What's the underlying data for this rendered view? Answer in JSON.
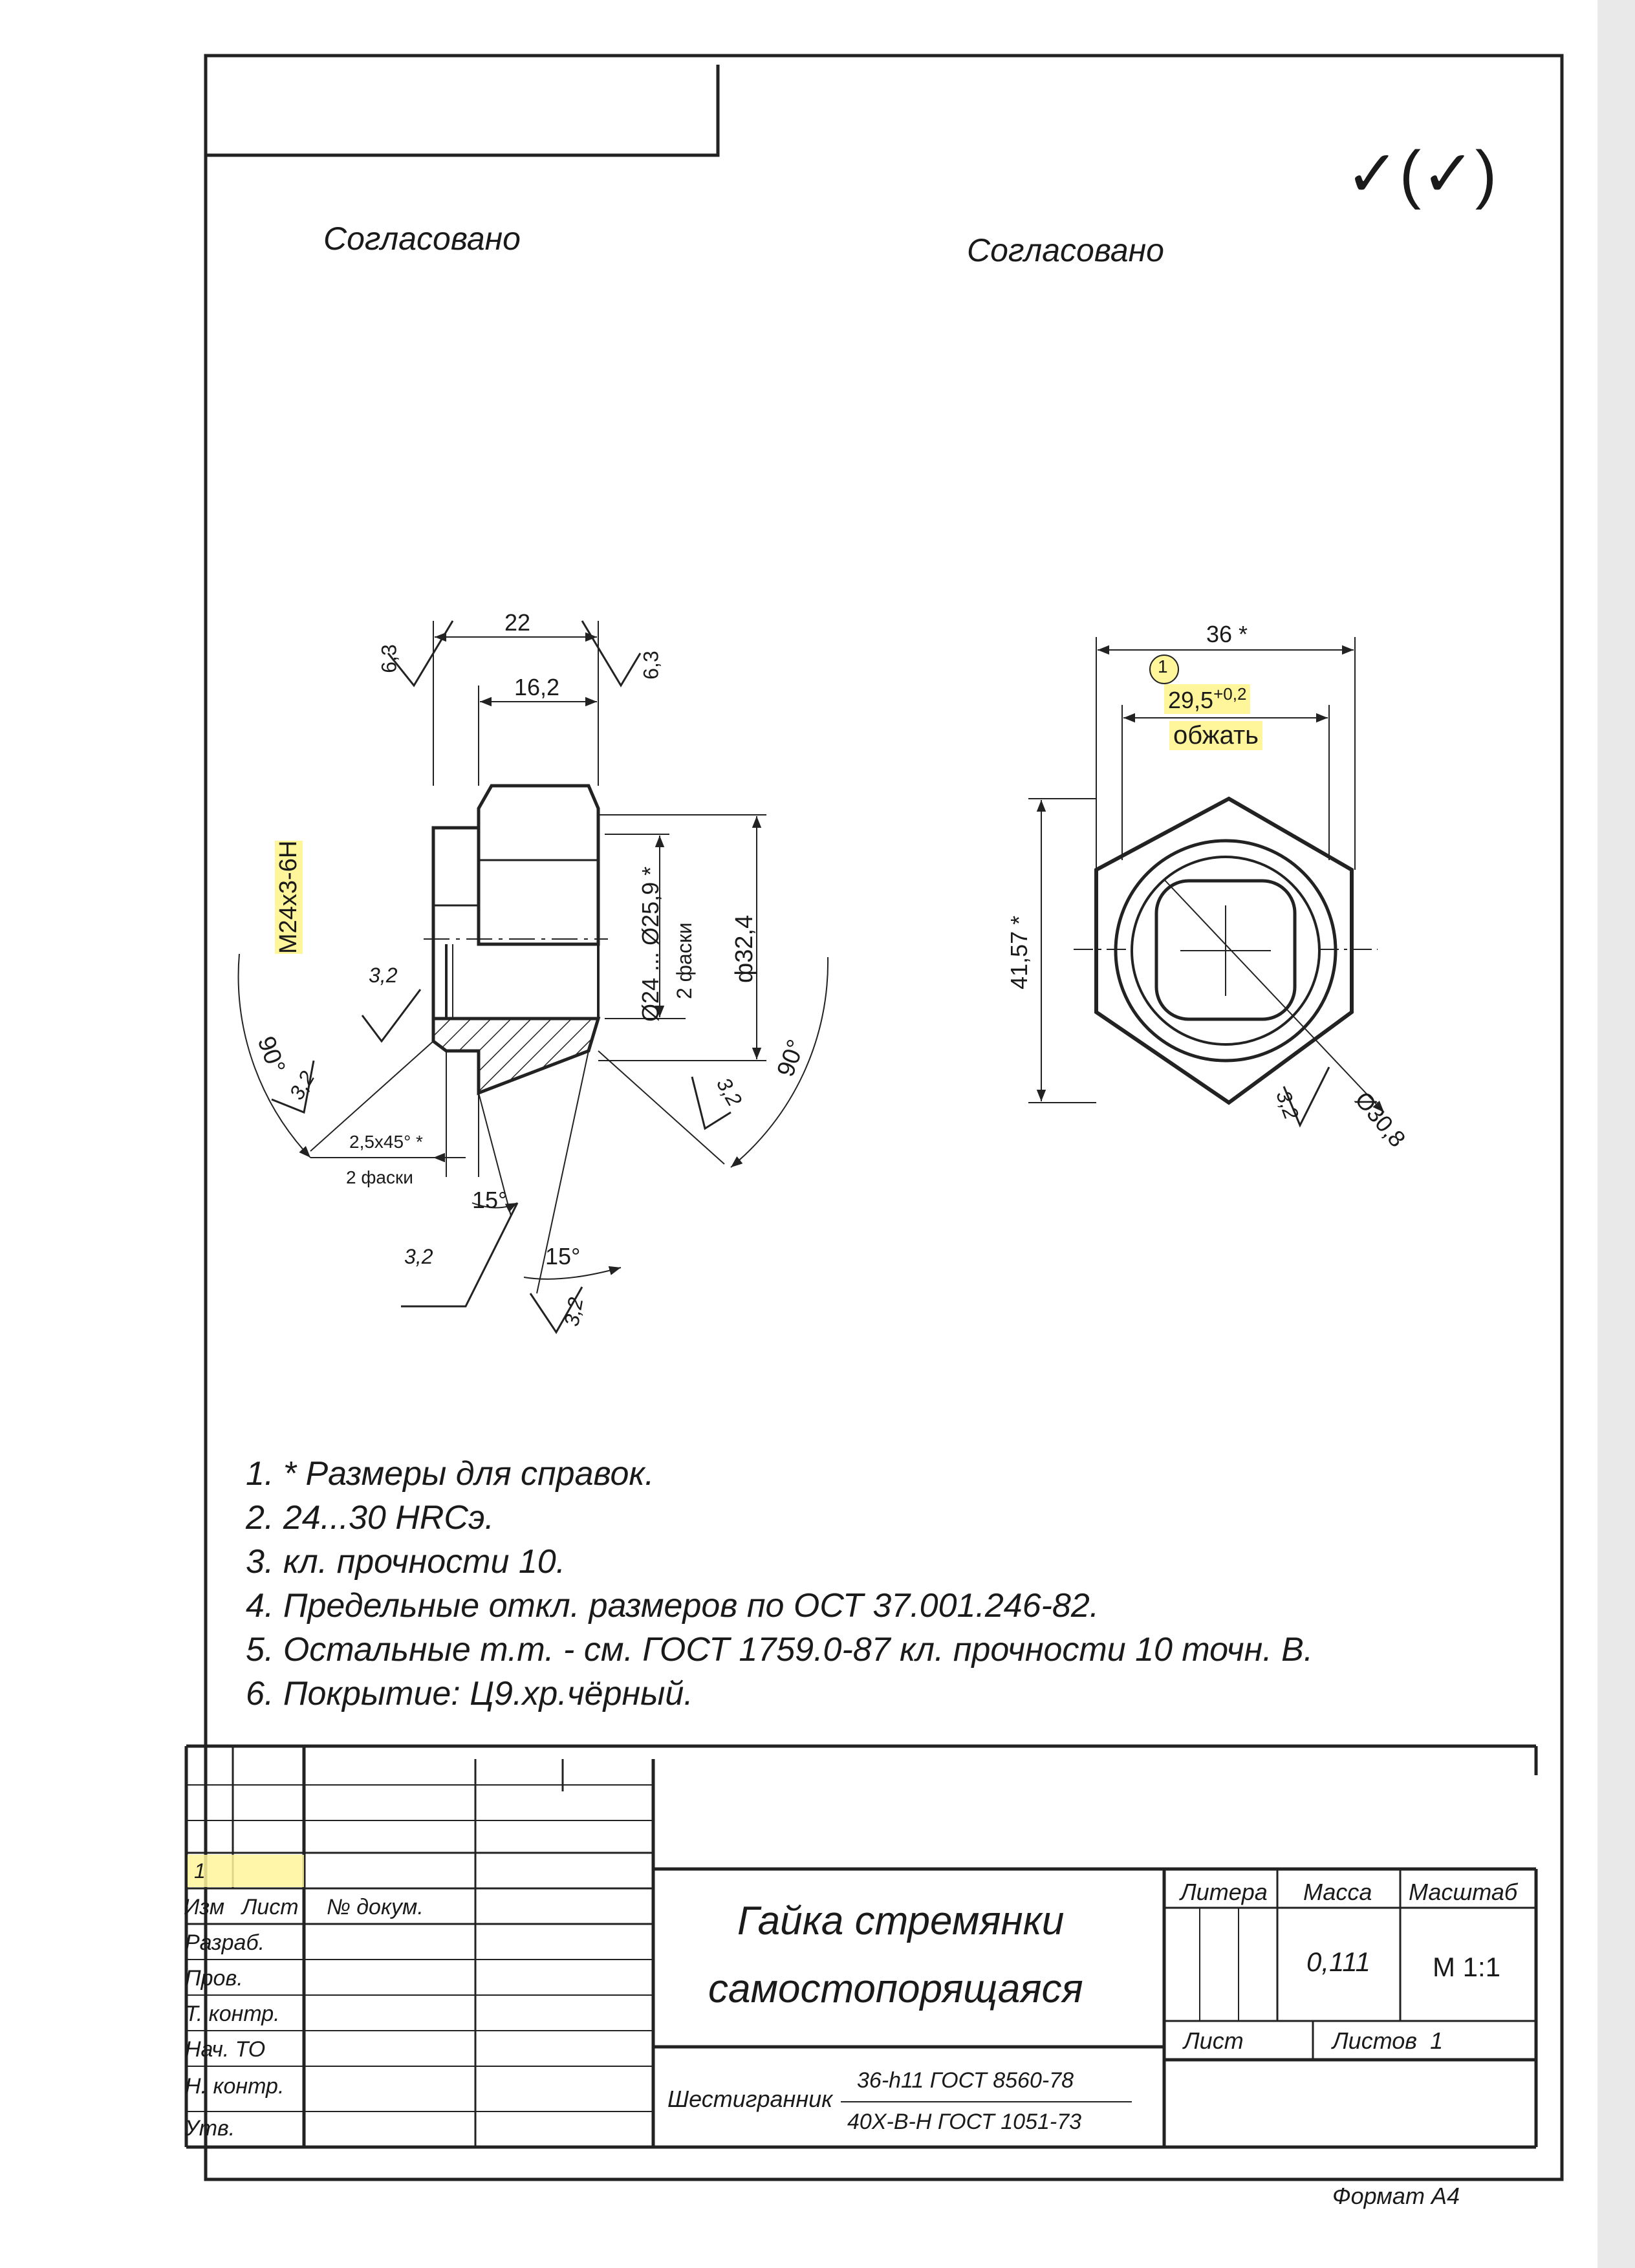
{
  "approvals": [
    "Согласовано",
    "Согласовано"
  ],
  "check_mark": "✓(✓)",
  "side_view": {
    "dim_top": "22",
    "dim_inner": "16,2",
    "rough_top_left": "6,3",
    "rough_top_right": "6,3",
    "thread": "M24x3-6H",
    "rough_thread": "3,2",
    "dim_bore": "Ø24 ... Ø25,9 *",
    "bore_note": "2 фаски",
    "dim_outer": "ф32,4",
    "angle_left": "90°",
    "angle_right": "90°",
    "rough_left": "3,2",
    "rough_right": "3,2",
    "chamfer": "2,5x45° *",
    "chamfer_note": "2 фаски",
    "angle_15a": "15°",
    "angle_15b": "15°",
    "rough_bottom_a": "3,2",
    "rough_bottom_b": "3,2"
  },
  "front_view": {
    "dim_top": "36 *",
    "callout": "1",
    "dim_crimp": "29,5",
    "dim_crimp_tol": "+0,2",
    "crimp_note": "обжать",
    "dim_height": "41,57 *",
    "rough": "3,2",
    "dim_diam": "Ø30,8"
  },
  "notes": [
    "1. * Размеры для справок.",
    "2. 24...30 HRCэ.",
    "3. кл. прочности 10.",
    "4. Предельные откл. размеров по ОСТ 37.001.246-82.",
    "5. Остальные т.т. - см. ГОСТ 1759.0-87 кл. прочности 10 точн. В.",
    "6. Покрытие: Ц9.хр.чёрный."
  ],
  "title_block": {
    "rev_number": "1",
    "header_izm": "Изм",
    "header_list": "Лист",
    "header_doc": "№ докум.",
    "roles": [
      "Разраб.",
      "Пров.",
      "Т. контр.",
      "Нач. ТО",
      "Н. контр.",
      "Утв."
    ],
    "title_line1": "Гайка стремянки",
    "title_line2": "самостопорящаяся",
    "litera": "Литера",
    "massa": "Масса",
    "masshtab": "Масштаб",
    "mass_value": "0,111",
    "scale_value": "M 1:1",
    "list_label": "Лист",
    "listov_label": "Листов",
    "listov_value": "1",
    "material_label": "Шестигранник",
    "material_top": "36-h11 ГОСТ 8560-78",
    "material_bottom": "40X-B-H ГОСТ 1051-73"
  },
  "format": "Формат А4"
}
